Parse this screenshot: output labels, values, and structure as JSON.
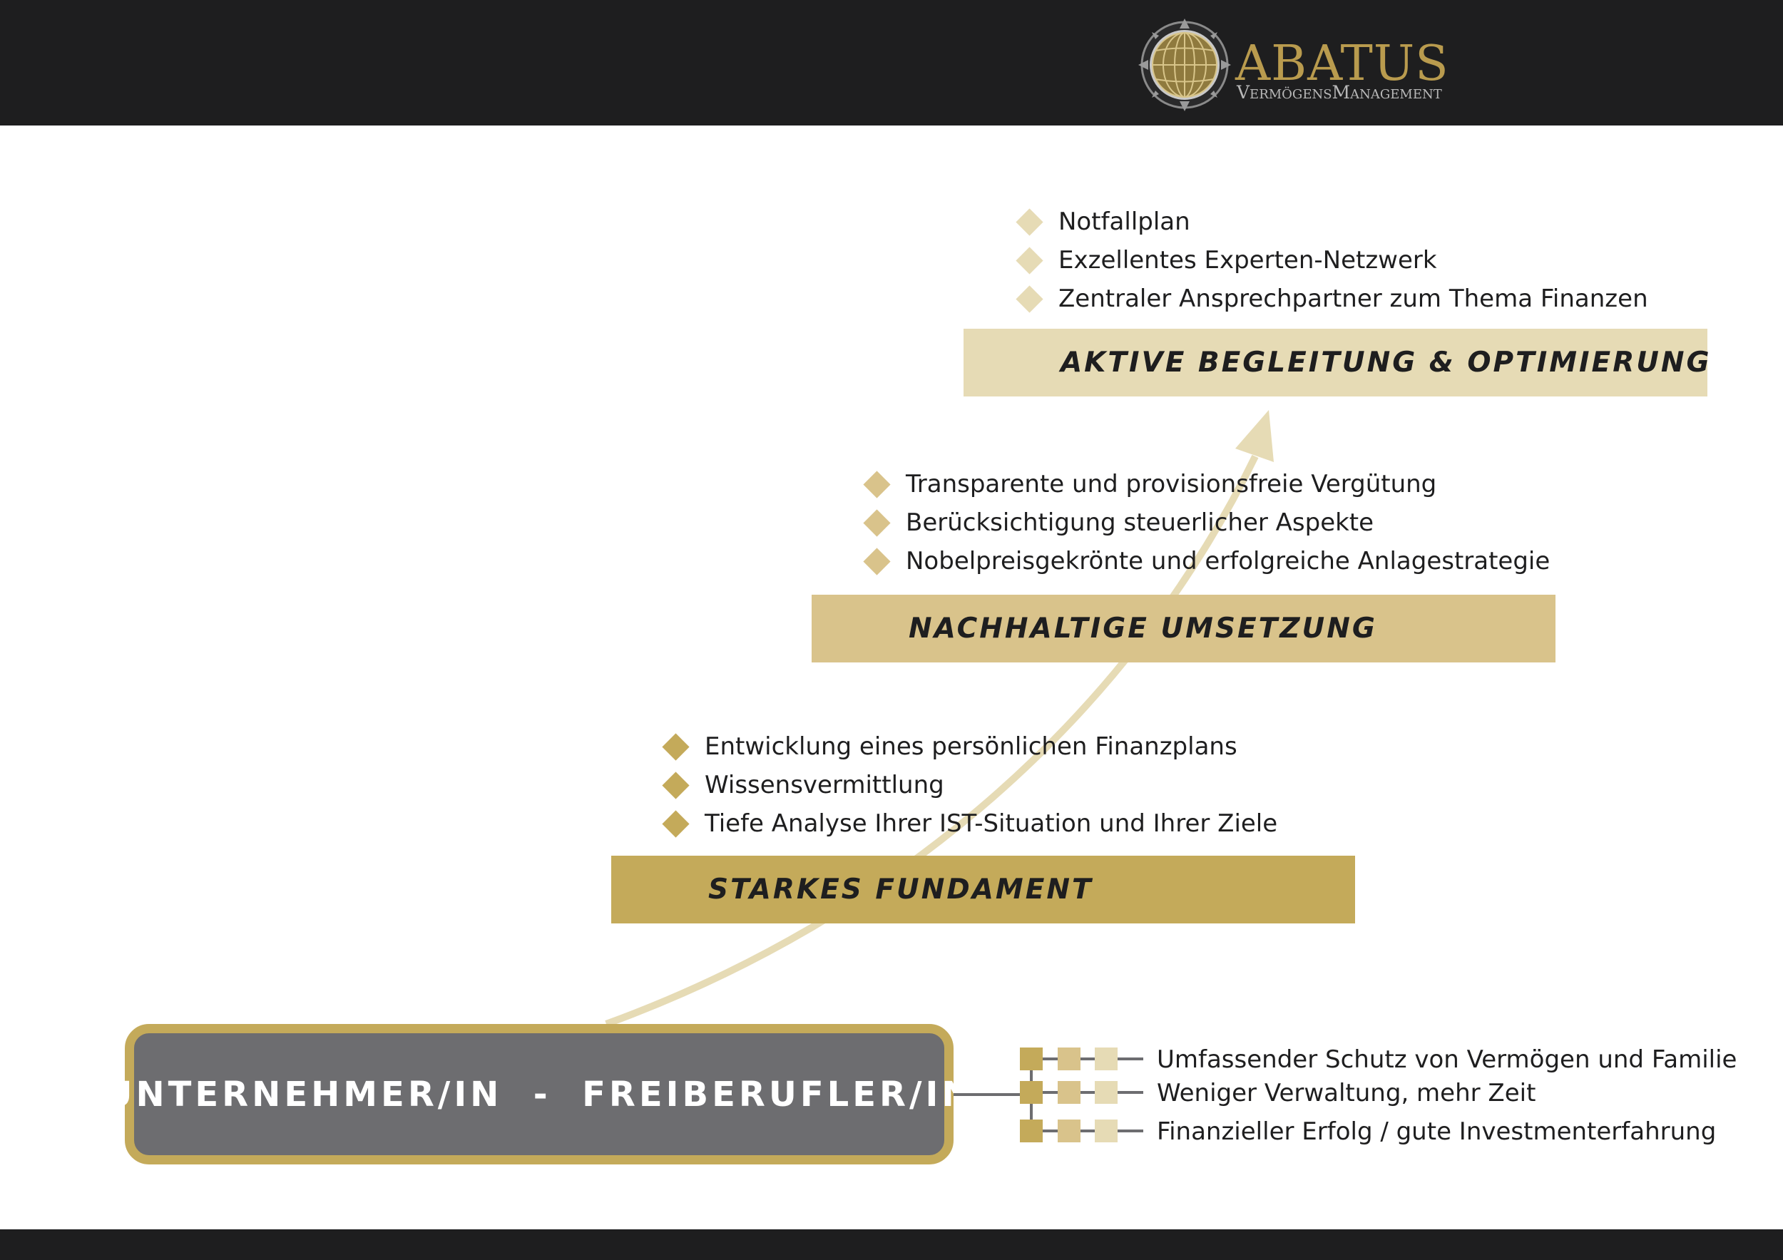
{
  "brand": {
    "name": "ABATUS",
    "subtitle": "VermögensManagement"
  },
  "colors": {
    "dark": "#1e1e1f",
    "gold": "#c4aa5a",
    "gold_medium": "#d9c38b",
    "gold_light": "#e6dbb5",
    "gray": "#6d6d70"
  },
  "levels": [
    {
      "title": "AKTIVE BEGLEITUNG & OPTIMIERUNG",
      "items": [
        "Notfallplan",
        "Exzellentes Experten-Netzwerk",
        "Zentraler Ansprechpartner zum Thema Finanzen"
      ]
    },
    {
      "title": "NACHHALTIGE UMSETZUNG",
      "items": [
        "Transparente und provisionsfreie Vergütung",
        "Berücksichtigung steuerlicher Aspekte",
        "Nobelpreisgekrönte und erfolgreiche Anlagestrategie"
      ]
    },
    {
      "title": "STARKES FUNDAMENT",
      "items": [
        "Entwicklung eines persönlichen Finanzplans",
        "Wissensvermittlung",
        "Tiefe Analyse Ihrer IST-Situation und Ihrer Ziele"
      ]
    }
  ],
  "target": {
    "label": "UNTERNEHMER/IN  -  FREIBERUFLER/IN"
  },
  "benefits": [
    "Umfassender Schutz von Vermögen und Familie",
    "Weniger Verwaltung, mehr Zeit",
    "Finanzieller Erfolg / gute Investmenterfahrung"
  ]
}
